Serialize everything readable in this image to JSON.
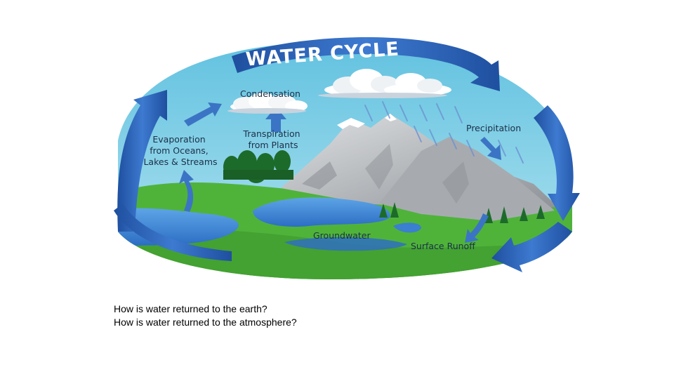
{
  "diagram": {
    "title": "WATER CYCLE",
    "labels": {
      "condensation": "Condensation",
      "evaporation": [
        "Evaporation",
        "from Oceans,",
        "Lakes & Streams"
      ],
      "transpiration": [
        "Transpiration",
        "from Plants"
      ],
      "precipitation": "Precipitation",
      "groundwater": "Groundwater",
      "surface_runoff": "Surface Runoff"
    }
  },
  "caption": {
    "line1": "How is water returned to the earth?",
    "line2": "How is water returned to the atmosphere?"
  },
  "colors": {
    "sky": "#8fd2e6",
    "ground": "#4fb33a",
    "water": "#3a7fd0",
    "arrow": "#2f63b8",
    "mountain": "#b6b9bd"
  }
}
